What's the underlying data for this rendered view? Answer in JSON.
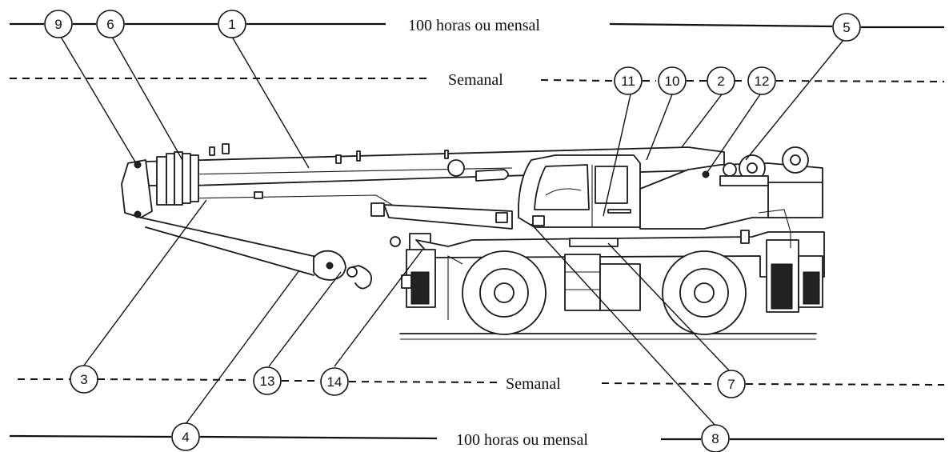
{
  "interval_labels": {
    "top_solid": "100 horas ou mensal",
    "top_dashed": "Semanal",
    "bottom_dashed": "Semanal",
    "bottom_solid": "100 horas ou mensal"
  },
  "callouts": {
    "c1": "1",
    "c2": "2",
    "c3": "3",
    "c4": "4",
    "c5": "5",
    "c6": "6",
    "c7": "7",
    "c8": "8",
    "c9": "9",
    "c10": "10",
    "c11": "11",
    "c12": "12",
    "c13": "13",
    "c14": "14"
  }
}
